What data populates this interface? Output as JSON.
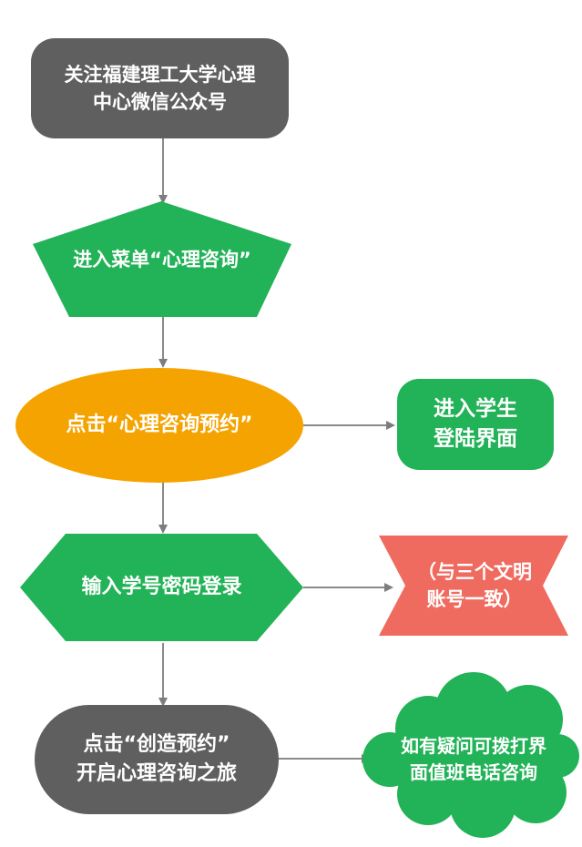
{
  "colors": {
    "dark": "#5f5f5f",
    "green": "#22b257",
    "orange": "#f5a300",
    "coral": "#ef6b5f",
    "connector": "#7d7d7d"
  },
  "steps": [
    {
      "label": "关注福建理工大学心理\n中心微信公众号"
    },
    {
      "label": "进入菜单“心理咨询”"
    },
    {
      "label": "点击“心理咨询预约”"
    },
    {
      "label": "输入学号密码登录"
    },
    {
      "label": "点击“创造预约”\n开启心理咨询之旅"
    }
  ],
  "side_notes": [
    {
      "label": "进入学生\n登陆界面"
    },
    {
      "label": "（与三个文明\n账号一致）"
    },
    {
      "label": "如有疑问可拨打界\n面值班电话咨询"
    }
  ]
}
